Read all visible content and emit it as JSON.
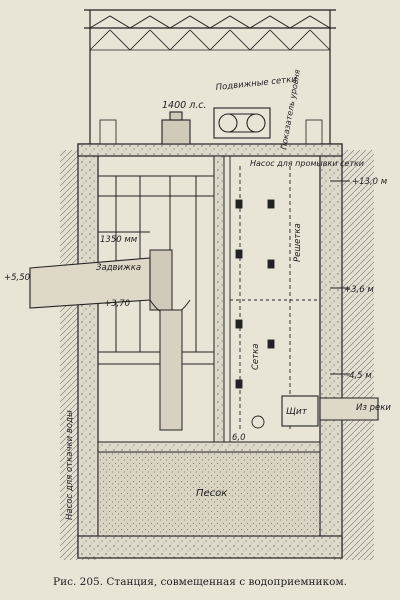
{
  "figure": {
    "caption": "Рис. 205. Станция, совмещенная с водоприемником."
  },
  "labels": {
    "sliding_screens": "Подвижные сетки",
    "power": "1400 л.с.",
    "level_indicator": "Показатель уровня",
    "wash_pump": "Насос для промывки сетки",
    "grating": "Решетка",
    "screen": "Сетка",
    "valve": "Задвижка",
    "diameter": "1350 мм",
    "elev_top": "+13,0 м",
    "elev_outlet": "+5,50",
    "elev_platform": "+3,70",
    "elev_mid": "+3,6 м",
    "elev_low": "-4,5 м",
    "elev_bottom": "6,0",
    "shield": "Щит",
    "from_river": "Из реки",
    "sand": "Песок",
    "drain_pump": "Насос для откачки воды"
  }
}
